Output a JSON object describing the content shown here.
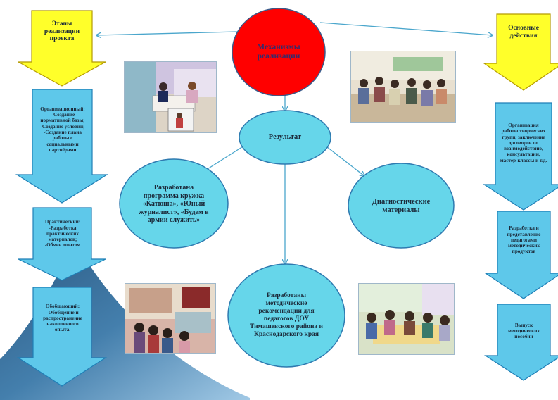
{
  "center": {
    "label": "Механизмы\nреализации",
    "color": "#ff0000"
  },
  "result": {
    "label": "Результат"
  },
  "outcomes": {
    "program": "Разработана\nпрограмма кружка\n«Катюша», «Юный\nжурналист», «Будем в\nармии служить»",
    "diagnostics": "Диагностические\nматериалы",
    "recommendations": "Разработаны\nметодические\nрекомендации для\nпедагогов ДОУ\nТимашевского района  и\nКраснодарского края"
  },
  "left": {
    "header": "Этапы\nреализации\nпроекта",
    "steps": [
      "Организационный:\n- Создание\nнормативной базы;\n-Создание условий;\n-Создание плана\nработы с\nсоциальными\nпартнёрами",
      "Практический:\n-Разработка\nпрактических\nматериалов;\n-Обмен опытом",
      "Обобщающий:\n-Обобщение и\nраспространение\nнакопленного\nопыта."
    ]
  },
  "right": {
    "header": "Основные\nдействия",
    "steps": [
      "Организация\nработы творческих\nгрупп, заключение\nдоговоров по\nвзаимодействию,\nконсультации,\nмастер-классы  и т.д.",
      "Разработка и\nпредставление\nпедагогами\nметодических\nпродуктов",
      "Выпуск\nметодических\nпособий"
    ]
  },
  "colors": {
    "arrow_fill": "#5ec8ea",
    "arrow_stroke": "#1f7fb6",
    "header_fill": "#ffff2a",
    "header_stroke": "#b59b00",
    "ellipse_fill": "#66d6ea",
    "ellipse_stroke": "#2e7ab0",
    "connector": "#4aa6cc"
  }
}
